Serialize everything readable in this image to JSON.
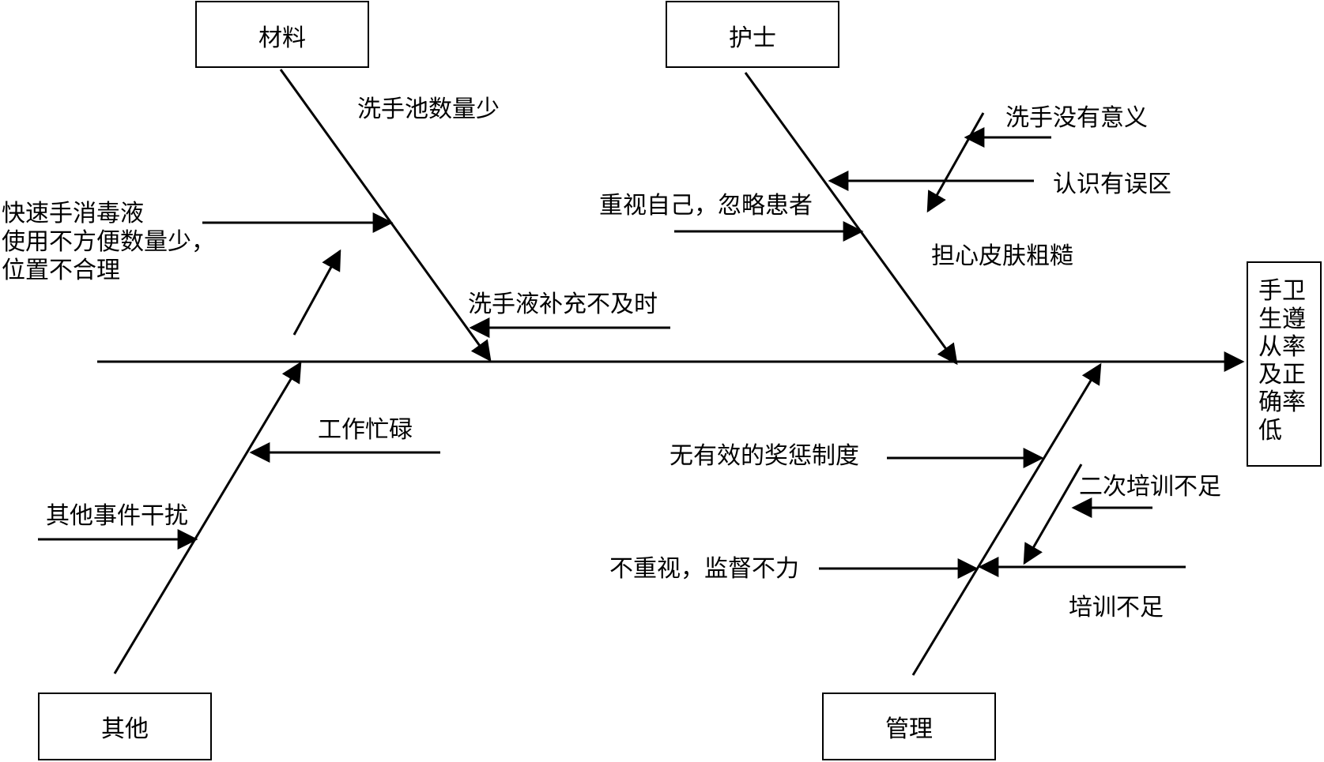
{
  "categories": {
    "material": "材料",
    "nurse": "护士",
    "other": "其他",
    "management": "管理"
  },
  "effect": [
    "手卫",
    "生遵",
    "从率",
    "及正",
    "确率",
    "低"
  ],
  "causes": {
    "sink_few": "洗手池数量少",
    "sanitizer_1": "快速手消毒液",
    "sanitizer_2": "使用不方便数量少，",
    "sanitizer_3": "位置不合理",
    "soap_refill": "洗手液补充不及时",
    "no_meaning": "洗手没有意义",
    "misconception": "认识有误区",
    "self_first": "重视自己，忽略患者",
    "skin_rough": "担心皮肤粗糙",
    "busy": "工作忙碌",
    "interruptions": "其他事件干扰",
    "no_incentive": "无有效的奖惩制度",
    "second_training": "二次培训不足",
    "not_valued": "不重视，监督不力",
    "training_lack": "培训不足"
  }
}
